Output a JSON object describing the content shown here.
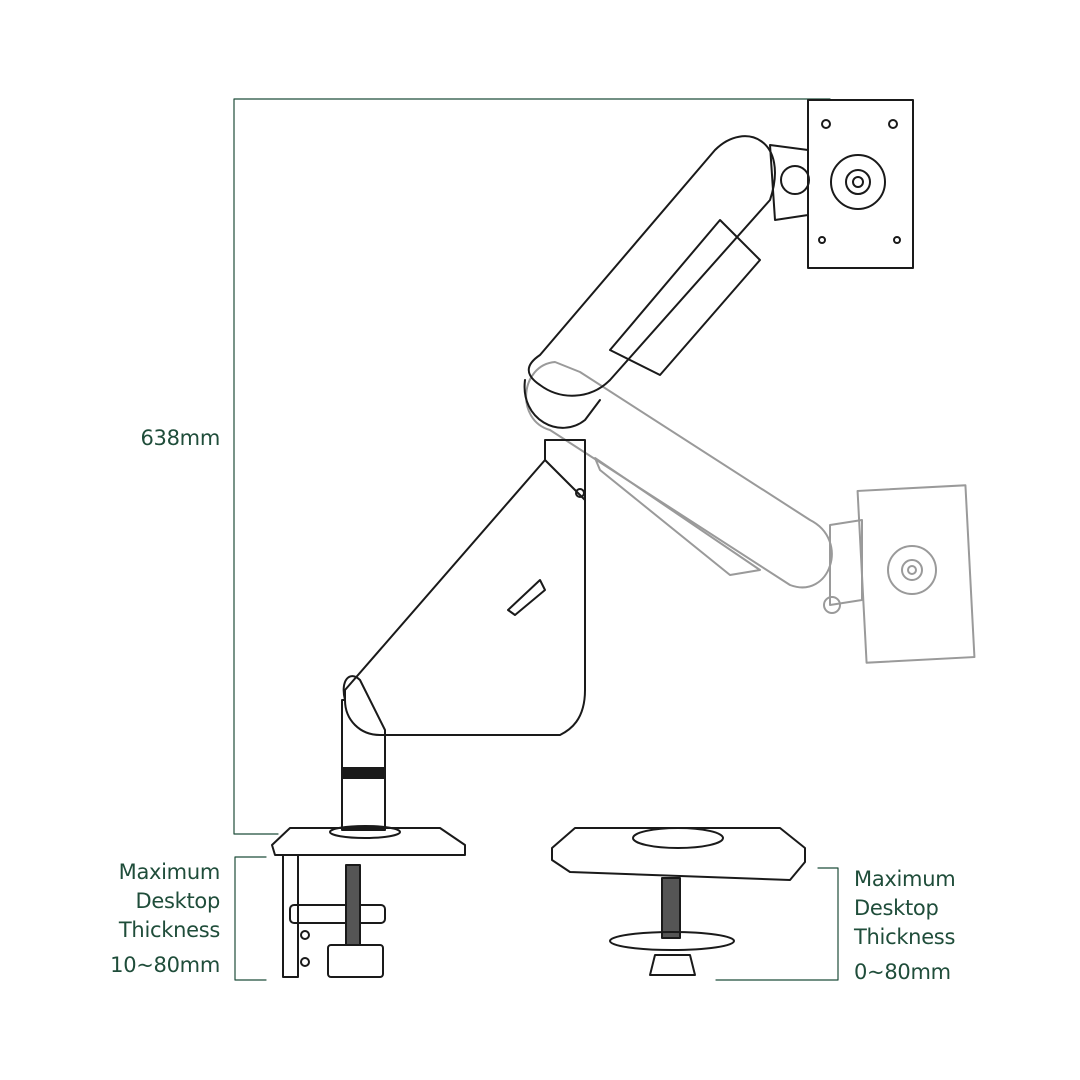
{
  "dimensions": {
    "height_label": "638mm",
    "clamp": {
      "lines": [
        "Maximum",
        "Desktop",
        "Thickness"
      ],
      "range": "10~80mm"
    },
    "grommet": {
      "lines": [
        "Maximum",
        "Desktop",
        "Thickness"
      ],
      "range": "0~80mm"
    }
  },
  "colors": {
    "label": "#1f4d3a",
    "line": "#1a1a1a",
    "ghost": "#9a9a9a"
  }
}
